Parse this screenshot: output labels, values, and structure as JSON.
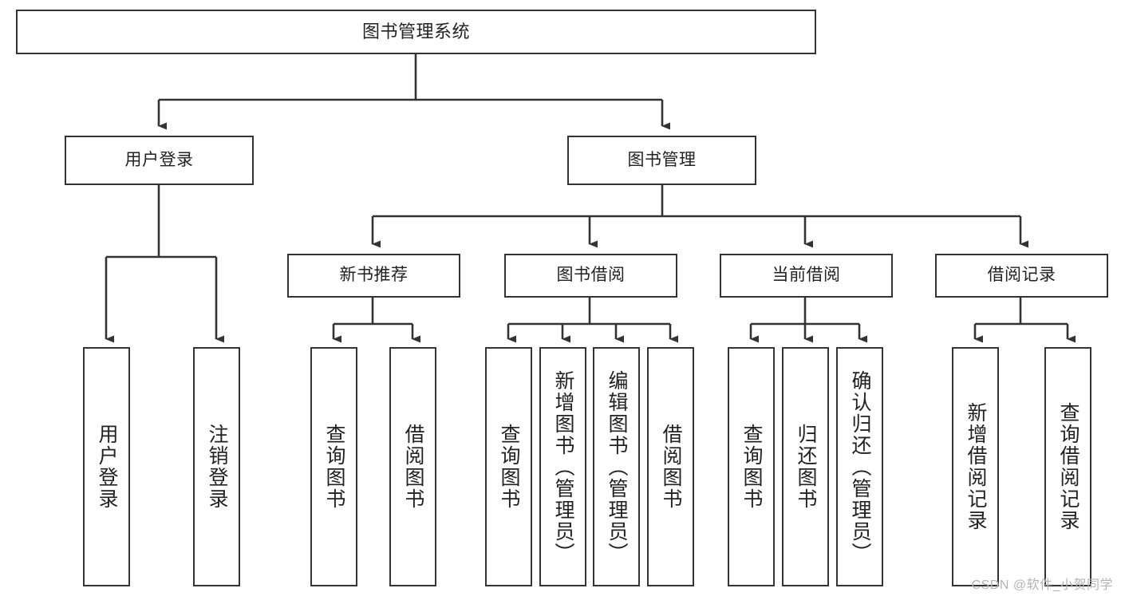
{
  "diagram": {
    "title": "图书管理系统",
    "watermark": "CSDN @软件_小贺同学",
    "colors": {
      "box_border": "#333333",
      "box_fill": "#ffffff",
      "edge": "#333333",
      "text": "#222222",
      "watermark": "#b4b4b4",
      "background": "#ffffff"
    },
    "nodes": {
      "root": {
        "label": "图书管理系统"
      },
      "level2": [
        {
          "label": "用户登录"
        },
        {
          "label": "图书管理"
        }
      ],
      "level3": [
        {
          "label": "新书推荐"
        },
        {
          "label": "图书借阅"
        },
        {
          "label": "当前借阅"
        },
        {
          "label": "借阅记录"
        }
      ],
      "leaves": {
        "user_login": [
          {
            "label": "用户登录"
          },
          {
            "label": "注销登录"
          }
        ],
        "new_book": [
          {
            "label": "查询图书"
          },
          {
            "label": "借阅图书"
          }
        ],
        "borrow_book": [
          {
            "label": "查询图书"
          },
          {
            "label": "新增图书（管理员）"
          },
          {
            "label": "编辑图书（管理员）"
          },
          {
            "label": "借阅图书"
          }
        ],
        "current_borrow": [
          {
            "label": "查询图书"
          },
          {
            "label": "归还图书"
          },
          {
            "label": "确认归还（管理员）"
          }
        ],
        "borrow_record": [
          {
            "label": "新增借阅记录"
          },
          {
            "label": "查询借阅记录"
          }
        ]
      }
    }
  }
}
